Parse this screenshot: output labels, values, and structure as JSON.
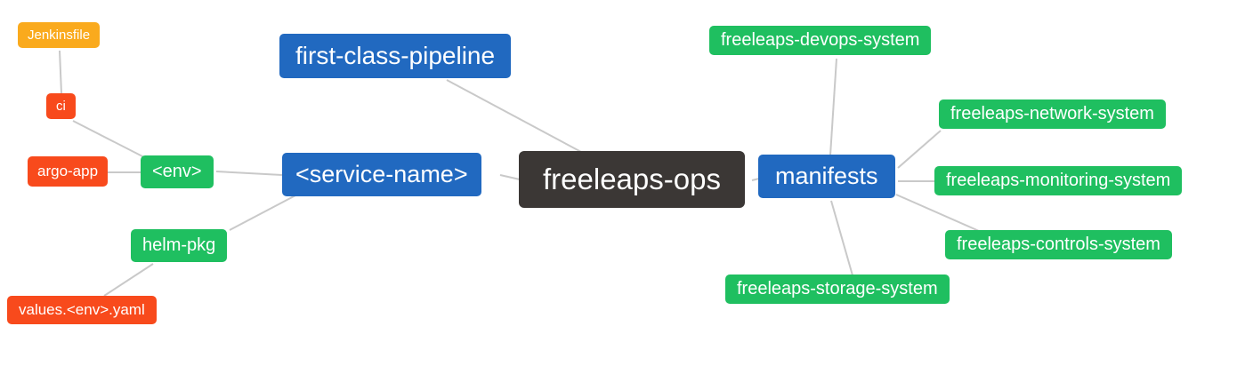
{
  "diagram": {
    "type": "mindmap",
    "root": "freeleaps-ops",
    "palette": {
      "dark": "#3b3735",
      "blue": "#2169c0",
      "green": "#1fbf60",
      "red": "#f84a1c",
      "amber": "#faaa1d",
      "edge": "#c9c9c9",
      "text": "#ffffff"
    },
    "nodes": [
      {
        "id": "jenkinsfile",
        "label": "Jenkinsfile",
        "color": "amber"
      },
      {
        "id": "ci",
        "label": "ci",
        "color": "red"
      },
      {
        "id": "argo-app",
        "label": "argo-app",
        "color": "red"
      },
      {
        "id": "env",
        "label": "<env>",
        "color": "green"
      },
      {
        "id": "helm-pkg",
        "label": "helm-pkg",
        "color": "green"
      },
      {
        "id": "values",
        "label": "values.<env>.yaml",
        "color": "red"
      },
      {
        "id": "pipeline",
        "label": "first-class-pipeline",
        "color": "blue"
      },
      {
        "id": "service",
        "label": "<service-name>",
        "color": "blue"
      },
      {
        "id": "ops",
        "label": "freeleaps-ops",
        "color": "dark"
      },
      {
        "id": "manifests",
        "label": "manifests",
        "color": "blue"
      },
      {
        "id": "devops",
        "label": "freeleaps-devops-system",
        "color": "green"
      },
      {
        "id": "network",
        "label": "freeleaps-network-system",
        "color": "green"
      },
      {
        "id": "monitoring",
        "label": "freeleaps-monitoring-system",
        "color": "green"
      },
      {
        "id": "controls",
        "label": "freeleaps-controls-system",
        "color": "green"
      },
      {
        "id": "storage",
        "label": "freeleaps-storage-system",
        "color": "green"
      }
    ],
    "edges": [
      [
        "jenkinsfile",
        "ci"
      ],
      [
        "ci",
        "env"
      ],
      [
        "argo-app",
        "env"
      ],
      [
        "env",
        "service"
      ],
      [
        "service",
        "helm-pkg"
      ],
      [
        "helm-pkg",
        "values"
      ],
      [
        "pipeline",
        "ops"
      ],
      [
        "service",
        "ops"
      ],
      [
        "ops",
        "manifests"
      ],
      [
        "manifests",
        "devops"
      ],
      [
        "manifests",
        "network"
      ],
      [
        "manifests",
        "monitoring"
      ],
      [
        "manifests",
        "controls"
      ],
      [
        "manifests",
        "storage"
      ]
    ]
  }
}
